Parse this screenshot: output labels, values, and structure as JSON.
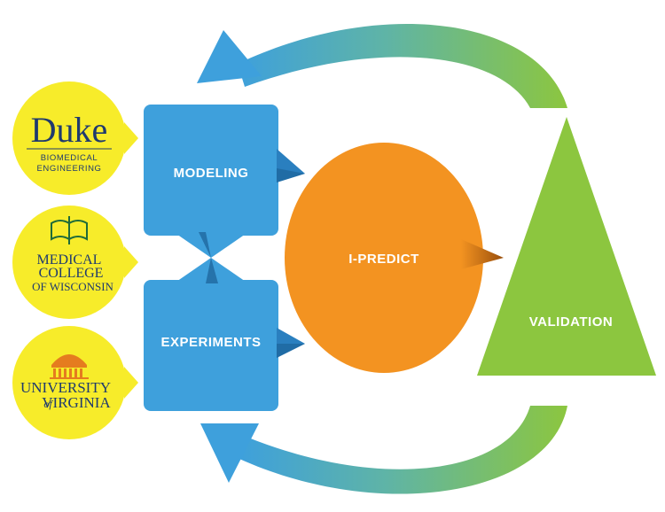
{
  "colors": {
    "blue": "#3ea0dc",
    "blue_dark": "#2678b4",
    "orange": "#f39321",
    "orange_dark": "#b8600f",
    "green": "#8cc63f",
    "yellow": "#f7ec2a",
    "navy": "#1f3a6e"
  },
  "boxes": {
    "modeling": "MODELING",
    "experiments": "EXPERIMENTS"
  },
  "center": {
    "label": "I-PREDICT"
  },
  "triangle": {
    "label": "VALIDATION"
  },
  "logos": {
    "duke": {
      "name": "Duke",
      "line1": "BIOMEDICAL",
      "line2": "ENGINEERING"
    },
    "mcw": {
      "line1": "MEDICAL",
      "line2": "COLLEGE",
      "line3": "OF WISCONSIN"
    },
    "uva": {
      "line1": "UNIVERSITY",
      "line2_a": "of",
      "line2_b": "VIRGINIA"
    }
  }
}
